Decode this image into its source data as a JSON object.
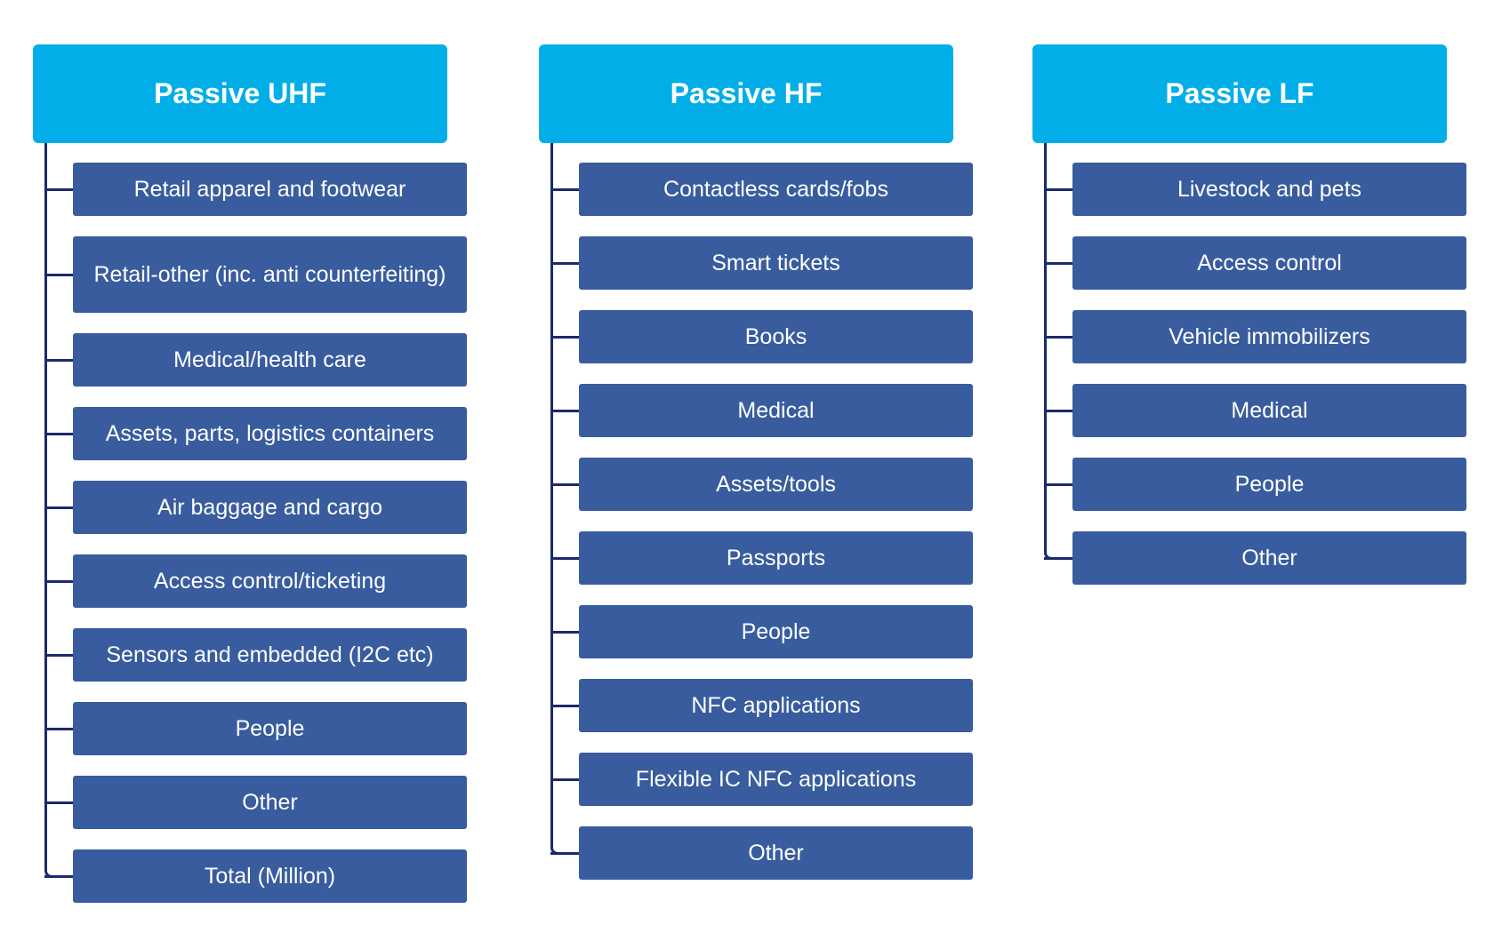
{
  "columns": [
    {
      "title": "Passive UHF",
      "items": [
        "Retail apparel and footwear",
        "Retail-other (inc. anti counterfeiting)",
        "Medical/health care",
        "Assets, parts, logistics containers",
        "Air baggage and cargo",
        "Access control/ticketing",
        "Sensors and embedded (I2C etc)",
        "People",
        "Other",
        "Total (Million)"
      ]
    },
    {
      "title": "Passive HF",
      "items": [
        "Contactless cards/fobs",
        "Smart tickets",
        "Books",
        "Medical",
        "Assets/tools",
        "Passports",
        "People",
        "NFC applications",
        "Flexible IC NFC applications",
        "Other"
      ]
    },
    {
      "title": "Passive LF",
      "items": [
        "Livestock and pets",
        "Access control",
        "Vehicle immobilizers",
        "Medical",
        "People",
        "Other"
      ]
    }
  ],
  "colors": {
    "header": "#01aee8",
    "item": "#385c9e",
    "connector": "#1b2a6b",
    "text": "#ffffff"
  }
}
